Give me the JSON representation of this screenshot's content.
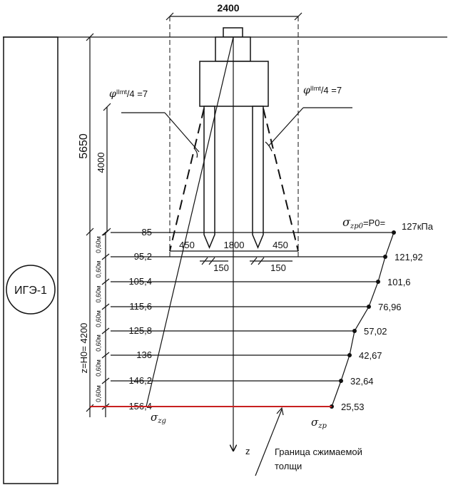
{
  "colors": {
    "line": "#111111",
    "boundary": "#c82020"
  },
  "top_dimension": "2400",
  "soil_label": "ИГЭ-1",
  "depth_label": "5650",
  "pile_length_label": "4000",
  "angle_left": {
    "phi": "φ",
    "sub": "IImt",
    "rest": "/4 =7"
  },
  "angle_right": {
    "phi": "φ",
    "sub": "IImt",
    "rest": "/4 =7"
  },
  "layer_thickness": "0,60м",
  "h0_label": "z=H0= 4200",
  "sigma_zg_values": [
    "85",
    "95,2",
    "105,4",
    "115,6",
    "125,8",
    "136",
    "146,2",
    "156,4"
  ],
  "sigma_zp_values": [
    "121,92",
    "101,6",
    "76,96",
    "57,02",
    "42,67",
    "32,64",
    "25,53"
  ],
  "sigma_zp0": {
    "sigma": "σ",
    "sub": "zp0",
    "eq": "=P0=",
    "value": "127кПа"
  },
  "sigma_zg_label": {
    "sigma": "σ",
    "sub": "zg"
  },
  "sigma_zp_label": {
    "sigma": "σ",
    "sub": "zp"
  },
  "dims_bottom": {
    "left_offset": "450",
    "between": "1800",
    "right_offset": "450",
    "pile_left": "150",
    "pile_right": "150"
  },
  "axis_label": "z",
  "boundary_caption": {
    "line1": "Граница сжимаемой",
    "line2": "толщи"
  }
}
